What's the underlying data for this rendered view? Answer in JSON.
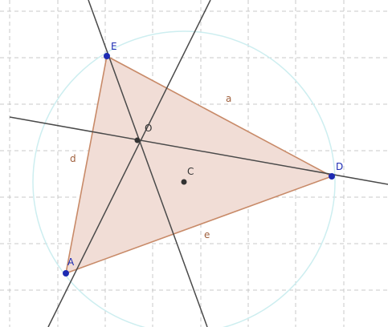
{
  "colors": {
    "grid": "#c9c9c9",
    "circle": "#cdeef0",
    "triangle_fill": "#f1ddd6",
    "triangle_stroke": "#c88a68",
    "line": "#4a4a4a",
    "vertex_point": "#1c2bb3",
    "point": "#333333",
    "vertex_label": "#1c2bb3",
    "side_label": "#a0603d",
    "point_label": "#333333"
  },
  "points": {
    "E": {
      "label": "E"
    },
    "A": {
      "label": "A"
    },
    "D": {
      "label": "D"
    },
    "O": {
      "label": "O"
    },
    "C": {
      "label": "C"
    }
  },
  "sides": {
    "a": {
      "label": "a"
    },
    "d": {
      "label": "d"
    },
    "e": {
      "label": "e"
    }
  }
}
